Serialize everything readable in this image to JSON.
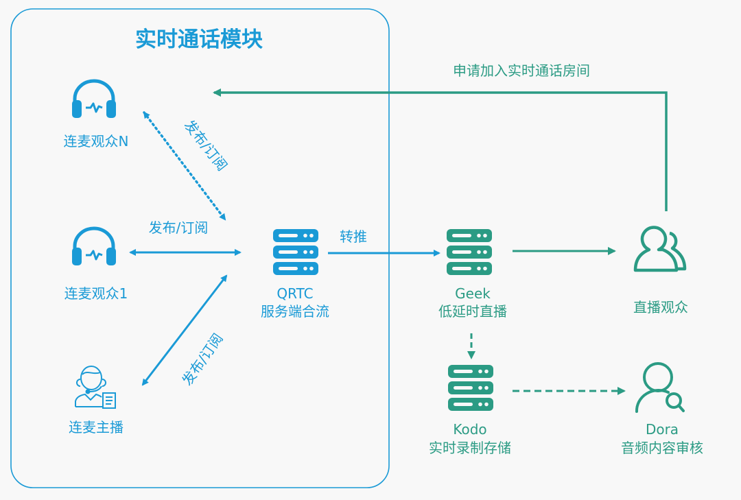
{
  "colors": {
    "rtc_blue": "#1a9ad6",
    "live_green": "#2b9b84",
    "background": "#f8f8f8"
  },
  "module": {
    "title": "实时通话模块"
  },
  "nodes": {
    "guest_n": {
      "label": "连麦观众N",
      "icon": "headphones-icon"
    },
    "guest_1": {
      "label": "连麦观众1",
      "icon": "headphones-icon"
    },
    "host": {
      "label": "连麦主播",
      "icon": "host-headset-icon"
    },
    "qrtc": {
      "name": "QRTC",
      "desc": "服务端合流",
      "icon": "server-icon"
    },
    "geek": {
      "name": "Geek",
      "desc": "低延时直播",
      "icon": "server-icon"
    },
    "kodo": {
      "name": "Kodo",
      "desc": "实时录制存储",
      "icon": "server-icon"
    },
    "audience": {
      "label": "直播观众",
      "icon": "users-icon"
    },
    "dora": {
      "name": "Dora",
      "desc": "音频内容审核",
      "icon": "user-search-icon"
    }
  },
  "edges": {
    "guest_n_qrtc": {
      "label": "发布/订阅",
      "style": "dotted",
      "direction": "bidirectional"
    },
    "guest_1_qrtc": {
      "label": "发布/订阅",
      "style": "solid",
      "direction": "bidirectional"
    },
    "host_qrtc": {
      "label": "发布/订阅",
      "style": "solid",
      "direction": "bidirectional"
    },
    "qrtc_geek": {
      "label": "转推",
      "style": "solid",
      "direction": "forward"
    },
    "geek_audience": {
      "label": "",
      "style": "solid",
      "direction": "forward"
    },
    "geek_kodo": {
      "label": "",
      "style": "dashed",
      "direction": "forward"
    },
    "kodo_dora": {
      "label": "",
      "style": "dashed",
      "direction": "forward"
    },
    "audience_module": {
      "label": "申请加入实时通话房间",
      "style": "solid",
      "direction": "forward"
    }
  }
}
